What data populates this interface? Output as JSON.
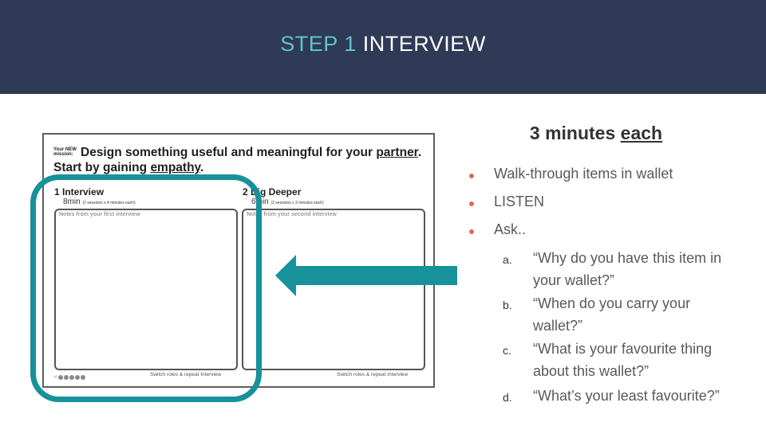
{
  "slide": {
    "title_accent": "STEP 1",
    "title_rest": "INTERVIEW"
  },
  "worksheet": {
    "mission_label": "Your NEW mission:",
    "heading_1a": "Design something useful and meaningful for your ",
    "heading_1b": "partner",
    "heading_1c": ".",
    "heading_2a": "Start by gaining ",
    "heading_2b": "empathy",
    "heading_2c": ".",
    "col1_title": "1 Interview",
    "col1_time": "8min",
    "col1_detail": "(2 sessions x 4 minutes each)",
    "col1_box_label": "Notes from your first interview",
    "col1_footer": "Switch roles & repeat Interview",
    "col2_title": "2 Dig Deeper",
    "col2_time": "6min",
    "col2_detail": "(2 sessions x 3 minutes each)",
    "col2_box_label": "Notes from your second interview",
    "col2_footer": "Switch roles & repeat Interview"
  },
  "content": {
    "subtitle_a": "3 minutes ",
    "subtitle_b": "each",
    "bullets": [
      "Walk-through items in wallet",
      "LISTEN",
      "Ask.."
    ],
    "questions": [
      {
        "letter": "a.",
        "text": "“Why do you have this item in your wallet?”"
      },
      {
        "letter": "b.",
        "text": "“When do you carry your wallet?”"
      },
      {
        "letter": "c.",
        "text": "“What is your favourite thing about this wallet?”"
      },
      {
        "letter": "d.",
        "text": "“What’s your least favourite?”"
      }
    ]
  },
  "icons": {
    "arrow": "arrow-left-icon",
    "bullet": "bullet-dot-icon"
  },
  "colors": {
    "header_bg": "#2f3a56",
    "title_accent": "#5fc4cf",
    "highlight": "#17919a",
    "bullet": "#e0685a"
  }
}
